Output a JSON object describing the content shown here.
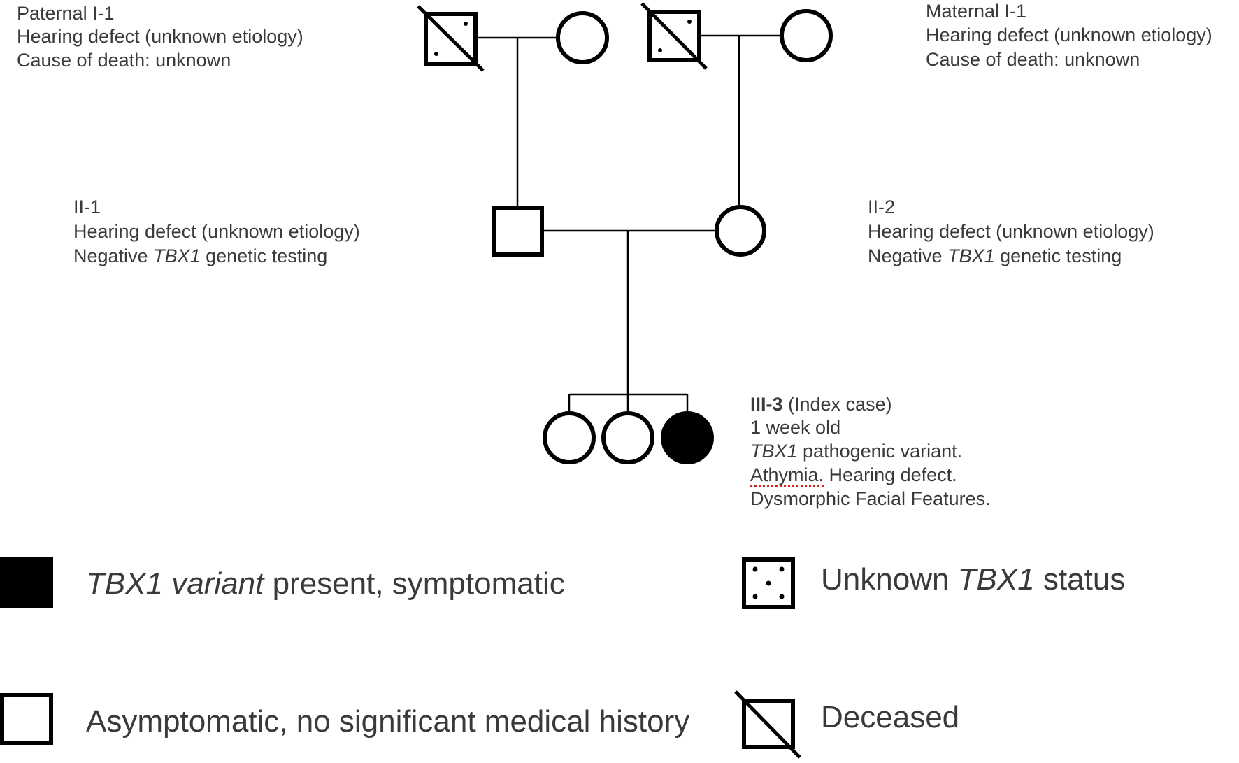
{
  "individuals": {
    "paternal_grandfather": {
      "label": "Paternal I-1",
      "line1": "Hearing defect (unknown etiology)",
      "line2": "Cause of death: unknown"
    },
    "maternal_grandfather": {
      "label": "Maternal I-1",
      "line1": "Hearing defect (unknown etiology)",
      "line2": "Cause of death: unknown"
    },
    "father": {
      "label": "II-1",
      "line1": "Hearing defect (unknown etiology)",
      "line2_prefix": "Negative ",
      "line2_gene": "TBX1",
      "line2_suffix": " genetic testing"
    },
    "mother": {
      "label": "II-2",
      "line1": "Hearing defect (unknown etiology)",
      "line2_prefix": "Negative ",
      "line2_gene": "TBX1",
      "line2_suffix": " genetic testing"
    },
    "index_case": {
      "label_bold": "III-3",
      "label_rest": " (Index case)",
      "age": "1 week old",
      "variant_gene": "TBX1",
      "variant_rest": " pathogenic variant.",
      "athymia": "Athymia",
      "hearing": ". Hearing defect.",
      "dysmorphic": "Dysmorphic Facial Features."
    }
  },
  "legend": {
    "affected": {
      "italic": "TBX1 variant",
      "rest": " present, symptomatic"
    },
    "unknown": {
      "prefix": "Unknown ",
      "italic": "TBX1",
      "suffix": " status"
    },
    "unaffected": {
      "text": "Asymptomatic, no significant medical history"
    },
    "deceased": {
      "text": "Deceased"
    }
  },
  "colors": {
    "symbol_stroke": "#000000",
    "text": "#3a3a3a",
    "spellcheck_underline": "#d62020"
  }
}
